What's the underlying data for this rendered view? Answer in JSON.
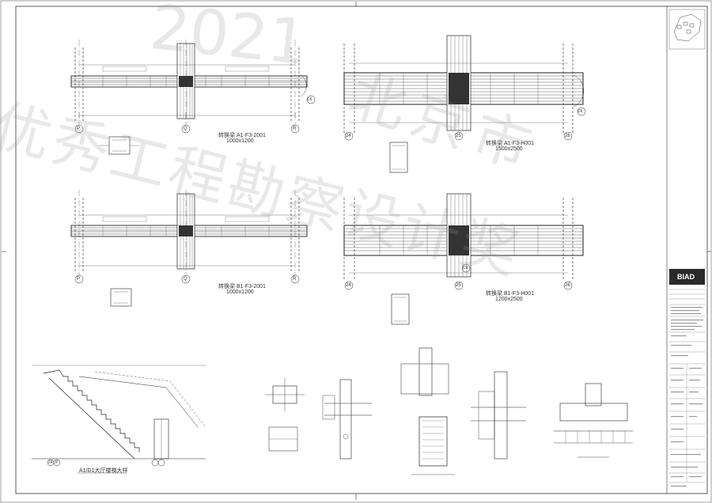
{
  "watermark": {
    "year": "2021",
    "city": "北京市",
    "company": "优秀工程勘察设计奖"
  },
  "drawings": {
    "beam_a1_f3_2001": {
      "title": "转换梁 A1-F3-2001",
      "size": "1000x1200",
      "grid": [
        "P",
        "Q",
        "R"
      ],
      "end_tag": "C6"
    },
    "beam_a1_f3_h001": {
      "title": "转换梁 A1-F3-H001",
      "size": "1500x2500",
      "grid": [
        "24",
        "25",
        "26"
      ],
      "end_tag": "C6"
    },
    "beam_b1_f3_2001": {
      "title": "转换梁 B1-F3-2001",
      "size": "1000x1200",
      "grid": [
        "P",
        "Q",
        "R"
      ]
    },
    "beam_b1_f3_h001": {
      "title": "转换梁 B1-F3-H001",
      "size": "1200x2500",
      "grid": [
        "24",
        "25",
        "26"
      ],
      "mid_tag": "C6"
    },
    "stair": {
      "title": "A1/D1大厅楼梯大样",
      "grid": [
        "24",
        "P"
      ]
    }
  },
  "title_block": {
    "logo": "BIAD"
  }
}
